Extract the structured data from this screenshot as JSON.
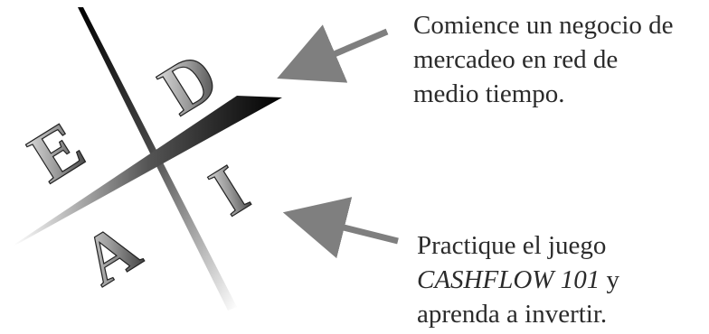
{
  "emblem": {
    "letters": {
      "top": "D",
      "left": "E",
      "right": "I",
      "bottom": "A"
    }
  },
  "callouts": {
    "top": {
      "lines": [
        "Comience un negocio de",
        "mercadeo en red de",
        "medio tiempo."
      ]
    },
    "bottom": {
      "line1": "Practique el juego",
      "line2_italic": "CASHFLOW 101",
      "line2_rest": " y",
      "line3": "aprenda a invertir."
    }
  },
  "colors": {
    "arrow": "#7f7f7f",
    "text": "#2b2b2b",
    "line_dark": "#111111"
  }
}
